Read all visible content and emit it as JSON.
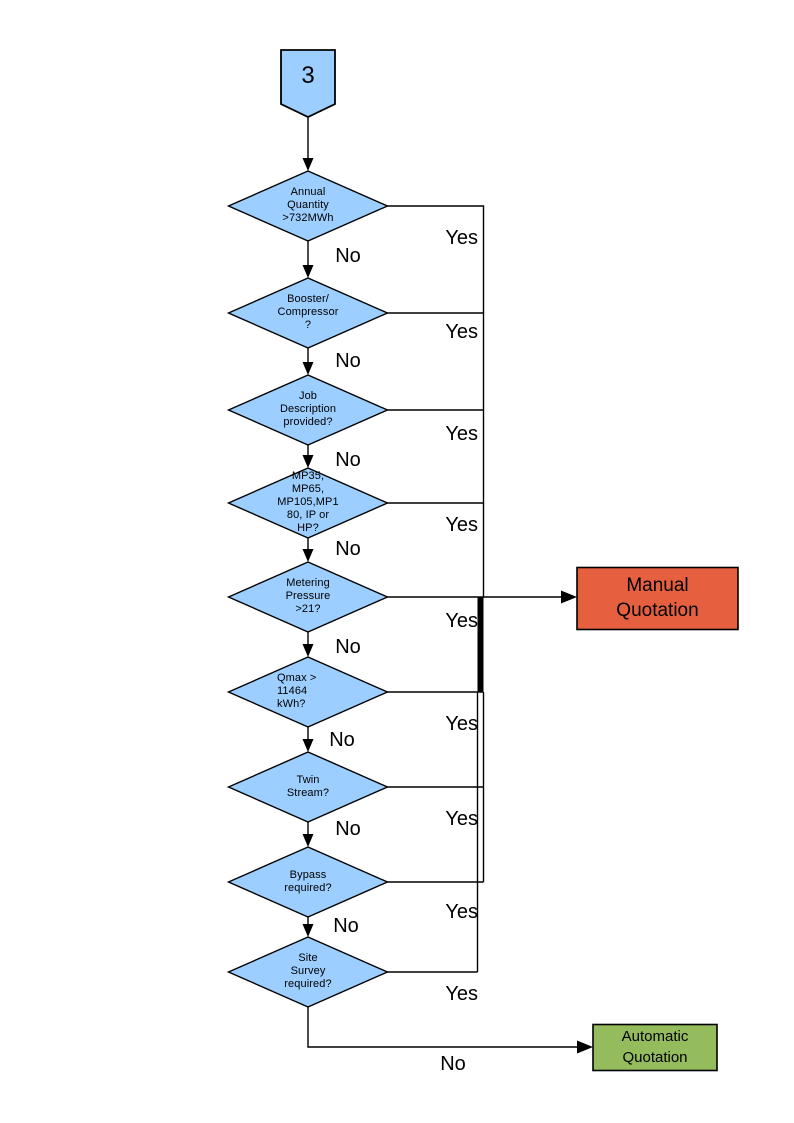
{
  "diagram": {
    "colors": {
      "decision_fill": "#9CCEFF",
      "manual_fill": "#E66040",
      "automatic_fill": "#94BB5C",
      "line": "#000000"
    },
    "connector": {
      "label": "3"
    },
    "decisions": [
      {
        "text": "Annual\nQuantity\n>732MWh",
        "yes_label": "Yes",
        "no_label": "No"
      },
      {
        "text": "Booster/\nCompressor\n?",
        "yes_label": "Yes",
        "no_label": "No"
      },
      {
        "text": "Job\nDescription\nprovided?",
        "yes_label": "Yes",
        "no_label": "No"
      },
      {
        "text": "MP35,\nMP65,\nMP105,MP1\n80, IP or\nHP?",
        "yes_label": "Yes",
        "no_label": "No"
      },
      {
        "text": "Metering\nPressure\n>21?",
        "yes_label": "Yes",
        "no_label": "No"
      },
      {
        "text": "Qmax >\n11464\nkWh?",
        "yes_label": "Yes",
        "no_label": "No"
      },
      {
        "text": "Twin\nStream?",
        "yes_label": "Yes",
        "no_label": "No"
      },
      {
        "text": "Bypass\nrequired?",
        "yes_label": "Yes",
        "no_label": "No"
      },
      {
        "text": "Site\nSurvey\nrequired?",
        "yes_label": "Yes",
        "no_label": "No"
      }
    ],
    "outcomes": {
      "manual": {
        "label": "Manual\nQuotation"
      },
      "automatic": {
        "label": "Automatic\nQuotation"
      }
    }
  }
}
